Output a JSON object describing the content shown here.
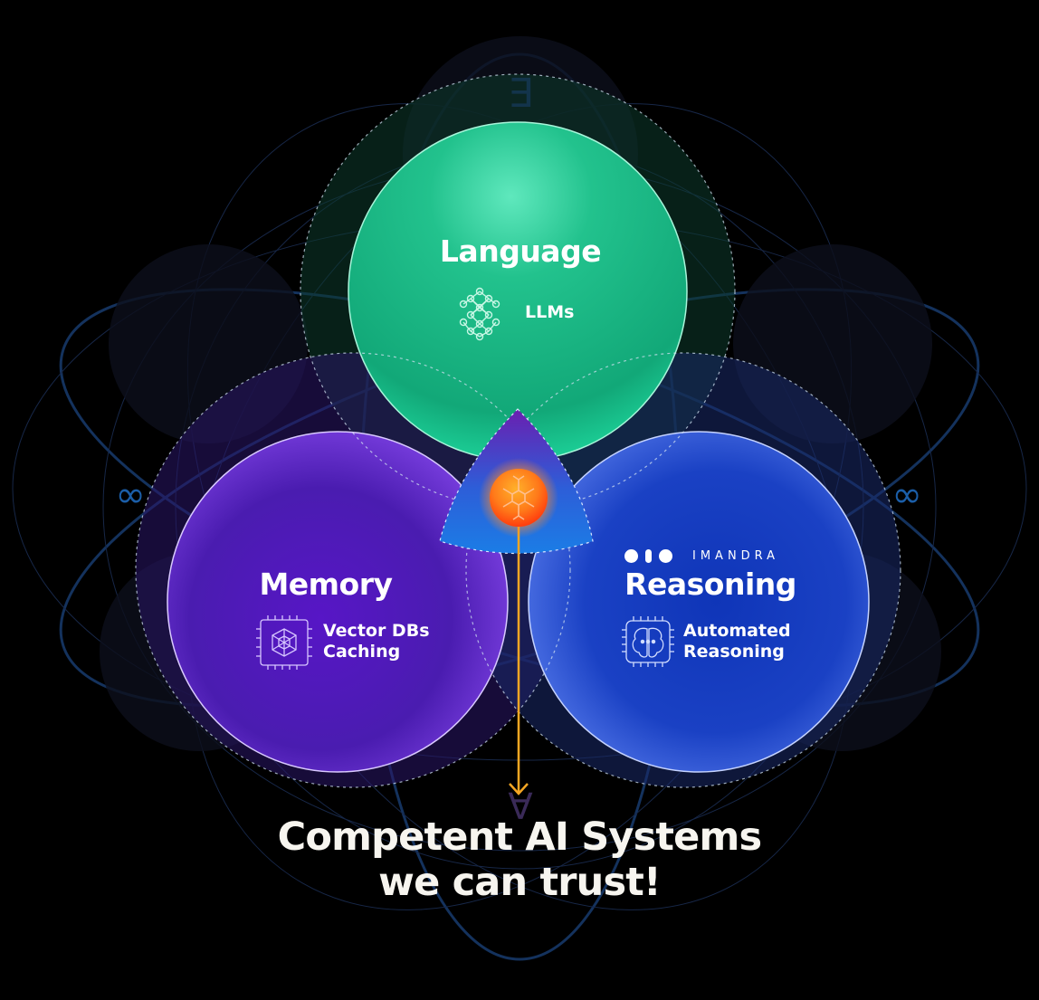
{
  "diagram": {
    "type": "venn",
    "circles": [
      {
        "id": "language",
        "title": "Language",
        "items": [
          "LLMs"
        ],
        "icon": "neural-network-icon",
        "color": "#1fbf8a"
      },
      {
        "id": "memory",
        "title": "Memory",
        "items": [
          "Vector DBs",
          "Caching"
        ],
        "icon": "vector-chip-icon",
        "color": "#6a2bd6"
      },
      {
        "id": "reasoning",
        "title": "Reasoning",
        "items": [
          "Automated",
          "Reasoning"
        ],
        "icon": "brain-chip-icon",
        "color": "#1f4fd0",
        "brand": "IMANDRA"
      }
    ],
    "center": {
      "icon": "snowflake-orb-icon",
      "color": "#ff6a1a"
    },
    "arrow_color": "#f5a623",
    "headline": [
      "Competent AI Systems",
      "we can trust!"
    ],
    "background_glyphs": {
      "top": "∃",
      "bottom": "∀",
      "left": "∞",
      "right": "∞"
    },
    "colors": {
      "background": "#000000",
      "orbit": "#1a3a6e",
      "glyph": "#1b5ea8"
    }
  }
}
